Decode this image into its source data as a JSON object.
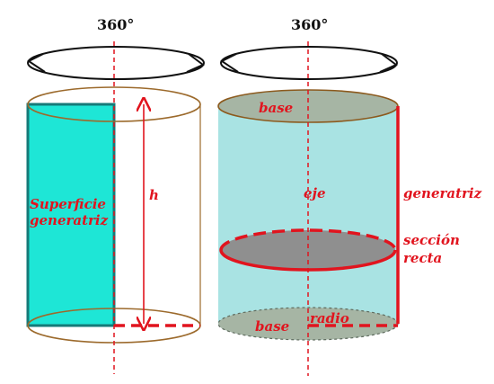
{
  "labels": {
    "degrees_left": "360°",
    "degrees_right": "360°",
    "superficie": "Superficie",
    "generatriz_surface": "generatriz",
    "h": "h",
    "base_top": "base",
    "base_bottom": "base",
    "eje": "eje",
    "generatriz": "generatriz",
    "seccion": "sección",
    "recta": "recta",
    "radio": "radio"
  },
  "colors": {
    "red": "#e1141e",
    "cyan_fill": "#1ee6d6",
    "cyan_body": "#a9e3e3",
    "base_fill": "#a6b5a4",
    "section_fill": "#8f8f8f",
    "teal_edge": "#157a78",
    "brown_edge": "#9c6a2c",
    "black": "#111111"
  }
}
